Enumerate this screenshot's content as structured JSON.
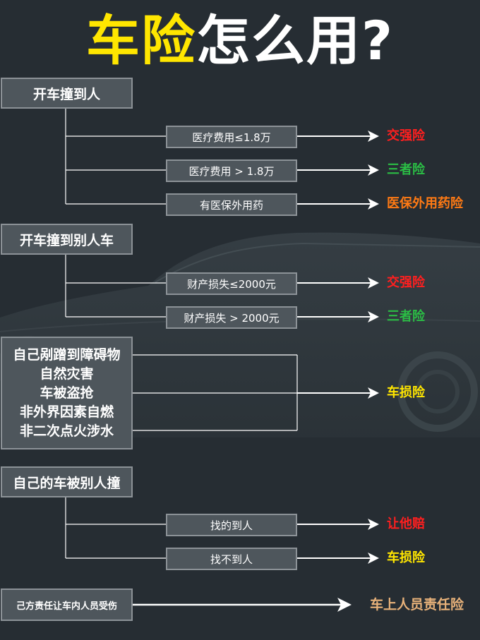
{
  "title": {
    "highlight": "车险",
    "rest": "怎么用?"
  },
  "colors": {
    "background": "#262d33",
    "box_fill": "#4e565c",
    "box_border": "#8c9297",
    "yellow": "#ffe600",
    "red": "#ff1f1f",
    "green": "#2bbd45",
    "orange": "#ff7a14",
    "tan": "#e8b27a"
  },
  "sections": [
    {
      "category": "开车撞到人",
      "conditions": [
        {
          "label": "医疗费用≤1.8万",
          "result": "交强险",
          "color": "red"
        },
        {
          "label": "医疗费用 > 1.8万",
          "result": "三者险",
          "color": "green"
        },
        {
          "label": "有医保外用药",
          "result": "医保外用药险",
          "color": "orange"
        }
      ]
    },
    {
      "category": "开车撞到别人车",
      "conditions": [
        {
          "label": "财产损失≤2000元",
          "result": "交强险",
          "color": "red"
        },
        {
          "label": "财产损失 > 2000元",
          "result": "三者险",
          "color": "green"
        }
      ]
    },
    {
      "category_lines": [
        "自己剐蹭到障碍物",
        "自然灾害",
        "车被盗抢",
        "非外界因素自燃",
        "非二次点火涉水"
      ],
      "result": "车损险",
      "color": "yellow"
    },
    {
      "category": "自己的车被别人撞",
      "conditions": [
        {
          "label": "找的到人",
          "result": "让他赔",
          "color": "red"
        },
        {
          "label": "找不到人",
          "result": "车损险",
          "color": "yellow"
        }
      ]
    },
    {
      "category": "己方责任让车内人员受伤",
      "result": "车上人员责任险",
      "color": "tan"
    }
  ]
}
